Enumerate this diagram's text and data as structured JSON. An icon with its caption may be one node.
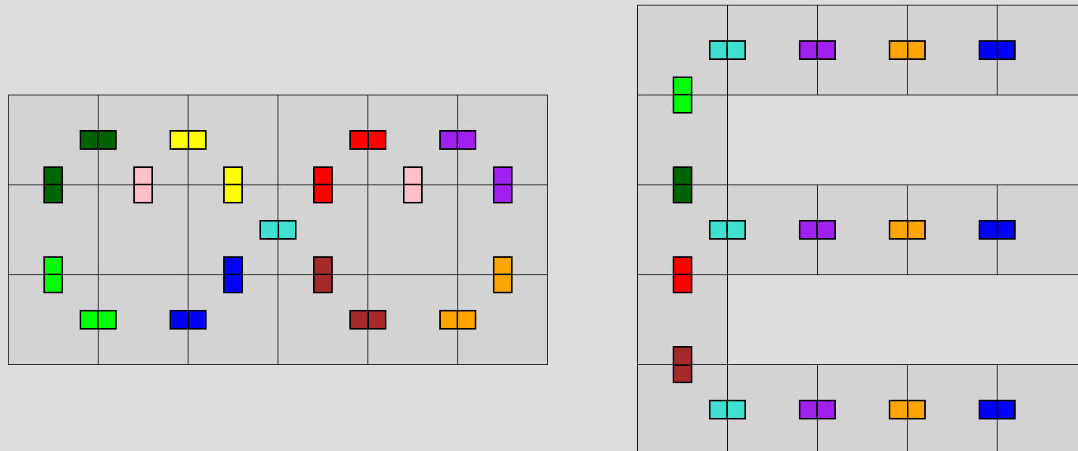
{
  "diagram": {
    "nodes": [
      {
        "text": [],
        "shape": "box"
      },
      {
        "text": [],
        "shape": "box"
      },
      {
        "text": [],
        "shape": "box"
      },
      {
        "text": [],
        "shape": "box"
      },
      {
        "text": [],
        "shape": "box"
      },
      {
        "text": [],
        "shape": "box"
      },
      {
        "text": [],
        "shape": "box"
      },
      {
        "text": [],
        "shape": "box"
      },
      {
        "text": [],
        "shape": "box"
      },
      {
        "text": [],
        "shape": "box"
      },
      {
        "text": [],
        "shape": "box"
      },
      {
        "text": [],
        "shape": "box"
      },
      {
        "text": [],
        "shape": "box"
      },
      {
        "text": [],
        "shape": "box"
      },
      {
        "text": [],
        "shape": "box"
      },
      {
        "text": [],
        "shape": "box"
      },
      {
        "text": [],
        "shape": "box"
      },
      {
        "text": [],
        "shape": "box"
      },
      {
        "text": [],
        "shape": "bar"
      },
      {
        "text": [],
        "shape": "bar"
      },
      {
        "text": [],
        "shape": "bar"
      },
      {
        "text": [],
        "shape": "bar"
      },
      {
        "text": [],
        "shape": "bar"
      },
      {
        "text": [],
        "shape": "bar"
      },
      {
        "text": [],
        "shape": "bar"
      },
      {
        "text": [],
        "shape": "bar"
      },
      {
        "text": [],
        "shape": "bar"
      },
      {
        "text": [],
        "shape": "bar"
      },
      {
        "text": [],
        "shape": "bar"
      },
      {
        "text": [],
        "shape": "bar"
      },
      {
        "text": [],
        "shape": "bar"
      },
      {
        "text": [],
        "shape": "bar"
      },
      {
        "text": [],
        "shape": "bar"
      },
      {
        "text": [],
        "shape": "bar"
      },
      {
        "text": [],
        "shape": "bar"
      },
      {
        "text": [],
        "shape": "bar"
      },
      {
        "text": [],
        "shape": "bar"
      },
      {
        "text": [],
        "shape": "box"
      },
      {
        "text": [],
        "shape": "box"
      },
      {
        "text": [],
        "shape": "box"
      },
      {
        "text": [],
        "shape": "box"
      },
      {
        "text": [],
        "shape": "box"
      },
      {
        "text": [],
        "shape": "box"
      },
      {
        "text": [],
        "shape": "box"
      },
      {
        "text": [],
        "shape": "box"
      },
      {
        "text": [],
        "shape": "box"
      },
      {
        "text": [],
        "shape": "box"
      },
      {
        "text": [],
        "shape": "box"
      },
      {
        "text": [],
        "shape": "box"
      },
      {
        "text": [],
        "shape": "box"
      },
      {
        "text": [],
        "shape": "box"
      },
      {
        "text": [],
        "shape": "box"
      },
      {
        "text": [],
        "shape": "box"
      },
      {
        "text": [],
        "shape": "box"
      },
      {
        "text": [],
        "shape": "bar"
      },
      {
        "text": [],
        "shape": "bar"
      },
      {
        "text": [],
        "shape": "bar"
      },
      {
        "text": [],
        "shape": "bar"
      },
      {
        "text": [],
        "shape": "bar"
      },
      {
        "text": [],
        "shape": "bar"
      },
      {
        "text": [],
        "shape": "bar"
      },
      {
        "text": [],
        "shape": "bar"
      },
      {
        "text": [],
        "shape": "bar"
      },
      {
        "text": [],
        "shape": "bar"
      },
      {
        "text": [],
        "shape": "bar"
      },
      {
        "text": [],
        "shape": "bar"
      },
      {
        "text": [],
        "shape": "bar"
      },
      {
        "text": [],
        "shape": "bar"
      },
      {
        "text": [],
        "shape": "bar"
      },
      {
        "text": [],
        "shape": "bar"
      }
    ]
  }
}
